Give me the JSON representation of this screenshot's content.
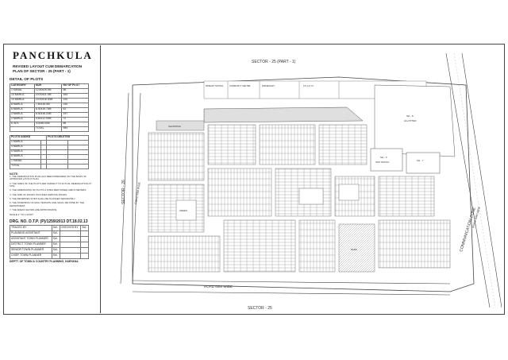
{
  "sheet": {
    "title": "PANCHKULA",
    "subtitle_line1": "REVISED LAYOUT CUM DEMARCATION",
    "subtitle_line2": "PLAN OF SECTOR - 25 (PART - 1)"
  },
  "detail_of_plots": {
    "heading": "DETAIL OF PLOTS",
    "columns": [
      "CATEGORY",
      "SIZE",
      "NO OF PLOT"
    ],
    "rows": [
      [
        "1 KANAL",
        "12.50x25.0M",
        "86"
      ],
      [
        "14 MARLA",
        "10.00x21.0M",
        "164"
      ],
      [
        "10 MARLA",
        "10.00x18.00M",
        "220"
      ],
      [
        "8 MARLA",
        "7.50x18.0M",
        "240"
      ],
      [
        "6 MARLA",
        "6.30x16.75M",
        "62"
      ],
      [
        "4 MARLA",
        "6.30x16.20M",
        "197"
      ],
      [
        "2 MARLA",
        "4.50x12.00M",
        "72"
      ],
      [
        "E.W.S.",
        "4.00x6.00M",
        "86"
      ],
      [
        "",
        "TOTAL",
        "994"
      ]
    ]
  },
  "plots_tables": {
    "columns": [
      "PLOTS ADDED",
      "PLOTS DELETED"
    ],
    "rows": [
      [
        "1 MARLA",
        "",
        "",
        ""
      ],
      [
        "4 MARLA",
        "",
        "",
        ""
      ],
      [
        "6 MARLA",
        "",
        "",
        ""
      ],
      [
        "8 MARLA",
        "",
        "",
        ""
      ],
      [
        "1 KANAL",
        "",
        "",
        ""
      ],
      [
        "TOTAL",
        "",
        "",
        ""
      ]
    ]
  },
  "note": {
    "heading": "NOTE:",
    "items": [
      "1. THE DEMARCATION PLAN HAS BEEN PREPARED ON THE BASIS OF APPROVED LAYOUT PLAN.",
      "2. THE SIZES OF THE PLOTS ARE SUBJECT TO ACTUAL DEMARCATION AT SITE.",
      "3. THE DIMENSIONS OF PLOTS & SITES MENTIONED ARE IN METERS.",
      "4. THE SIZE OF ROADS INCLUDES SERVICE ROADS.",
      "5. THE RESERVED SITES SHALL BE PLANNED SEPARATELY.",
      "6. THE DIVERSION OF HIGH TENSION LINE SHALL BE DONE BY THE DEPARTMENT.",
      "7. THE AREAS SHOWN ARE APPROXIMATE."
    ]
  },
  "scale_text": "SCALE 1\" TO 1 FOOT",
  "drawing_no": "DRG. NO. D.T.P. (P)/1259/2013 DT.18.02.13",
  "signatures": [
    [
      "TRACED BY",
      "Sd/-",
      "CHECKED BY",
      "Sd/-"
    ],
    [
      "PLANNING ASSISTANT",
      "Sd/-",
      "",
      ""
    ],
    [
      "ASSISTANT TOWN PLANNER",
      "Sd/-",
      "",
      ""
    ],
    [
      "DISTRICT TOWN PLANNER",
      "Sd/-",
      "",
      ""
    ],
    [
      "SENIOR TOWN PLANNER",
      "Sd/-",
      "",
      ""
    ],
    [
      "CHIEF TOWN PLANNER",
      "Sd/-",
      "",
      ""
    ]
  ],
  "department": "DEPTT. OF TOWN & COUNTRY PLANNING, HARYANA",
  "map_labels": {
    "top_sector": "SECTOR - 25 (PART - 1)",
    "bottom_sector": "SECTOR - 25",
    "left_sector": "SECTOR - 26",
    "bottom_road": "ROAD 60M WIDE",
    "left_road": "ROAD 60M WIDE",
    "comm_zone": "COMMUNICATION ZONE",
    "right_road": "ROAD 60M WIDE",
    "primary_school": "PRIMARY SCHOOL",
    "community_centre": "COMMUNITY CENTRE",
    "dispensary": "DISPENSARY",
    "shakta": "S H A K T A",
    "sh8": "SH - 8",
    "allotted": "ALLOTTED",
    "sh6": "SH - 6",
    "sh7": "SH - 7",
    "high_school": "HIGH SCHOOL",
    "shopping_centre": "SHOPPING",
    "park": "PARK",
    "green": "GREEN"
  }
}
